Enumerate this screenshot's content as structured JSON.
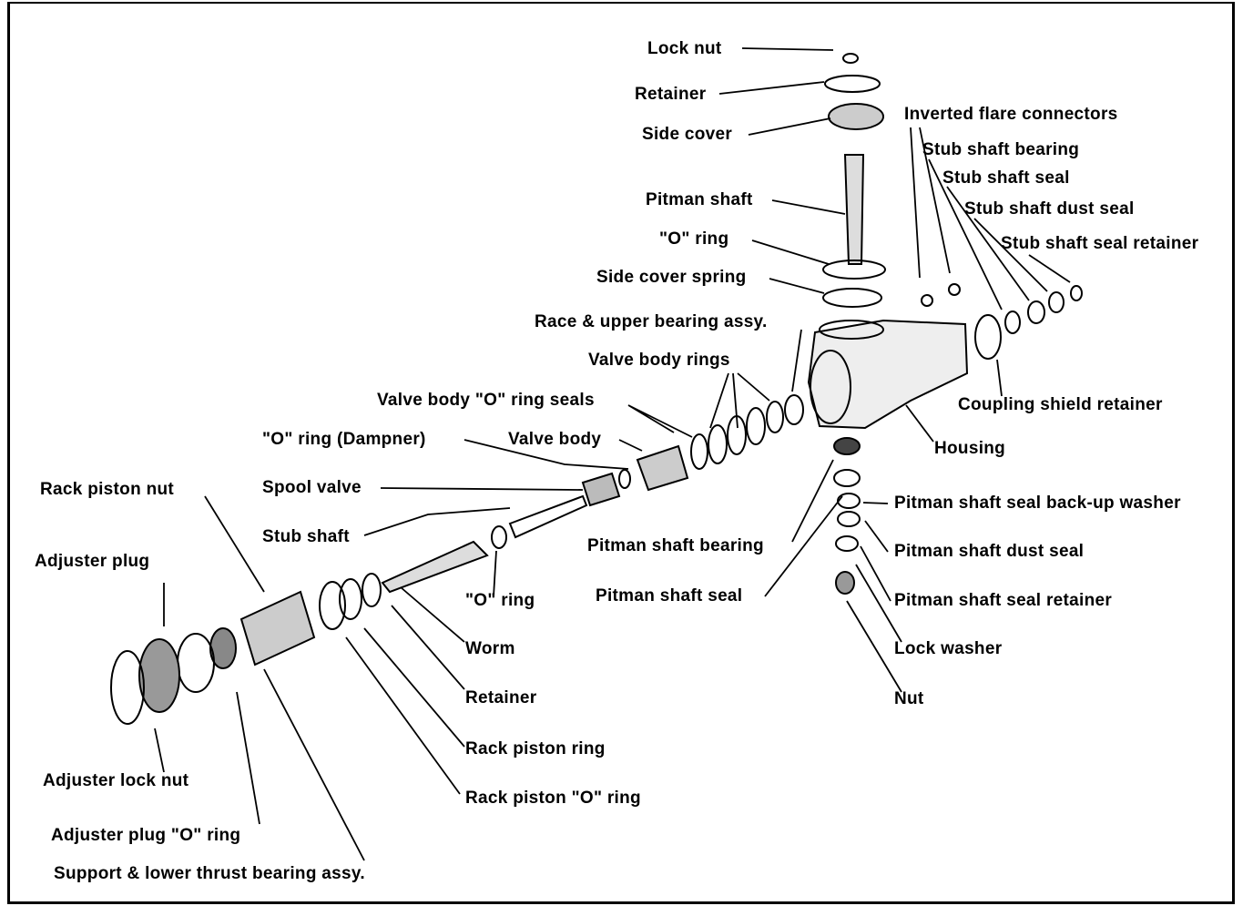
{
  "labels": {
    "lock_nut": "Lock nut",
    "retainer_top": "Retainer",
    "side_cover": "Side cover",
    "pitman_shaft": "Pitman shaft",
    "o_ring_top": "\"O\" ring",
    "side_cover_spring": "Side cover spring",
    "race_upper_bearing": "Race & upper bearing assy.",
    "valve_body_rings": "Valve body rings",
    "valve_body_o_ring_seals": "Valve body \"O\" ring seals",
    "o_ring_dampner": "\"O\" ring (Dampner)",
    "valve_body": "Valve body",
    "spool_valve": "Spool valve",
    "rack_piston_nut": "Rack piston nut",
    "stub_shaft": "Stub shaft",
    "adjuster_plug": "Adjuster plug",
    "o_ring_worm": "\"O\" ring",
    "worm": "Worm",
    "retainer_bottom": "Retainer",
    "rack_piston_ring": "Rack piston ring",
    "rack_piston_o_ring": "Rack piston \"O\" ring",
    "adjuster_lock_nut": "Adjuster lock nut",
    "adjuster_plug_o_ring": "Adjuster plug \"O\" ring",
    "support_lower_thrust": "Support & lower thrust bearing assy.",
    "inverted_flare": "Inverted flare connectors",
    "stub_shaft_bearing": "Stub shaft bearing",
    "stub_shaft_seal": "Stub shaft seal",
    "stub_shaft_dust_seal": "Stub shaft dust seal",
    "stub_shaft_seal_retainer": "Stub shaft seal retainer",
    "coupling_shield_retainer": "Coupling shield retainer",
    "housing": "Housing",
    "pitman_backup_washer": "Pitman shaft seal back-up washer",
    "pitman_shaft_bearing": "Pitman shaft bearing",
    "pitman_dust_seal": "Pitman shaft dust seal",
    "pitman_shaft_seal": "Pitman shaft seal",
    "pitman_seal_retainer": "Pitman shaft seal retainer",
    "lock_washer": "Lock washer",
    "nut": "Nut"
  }
}
